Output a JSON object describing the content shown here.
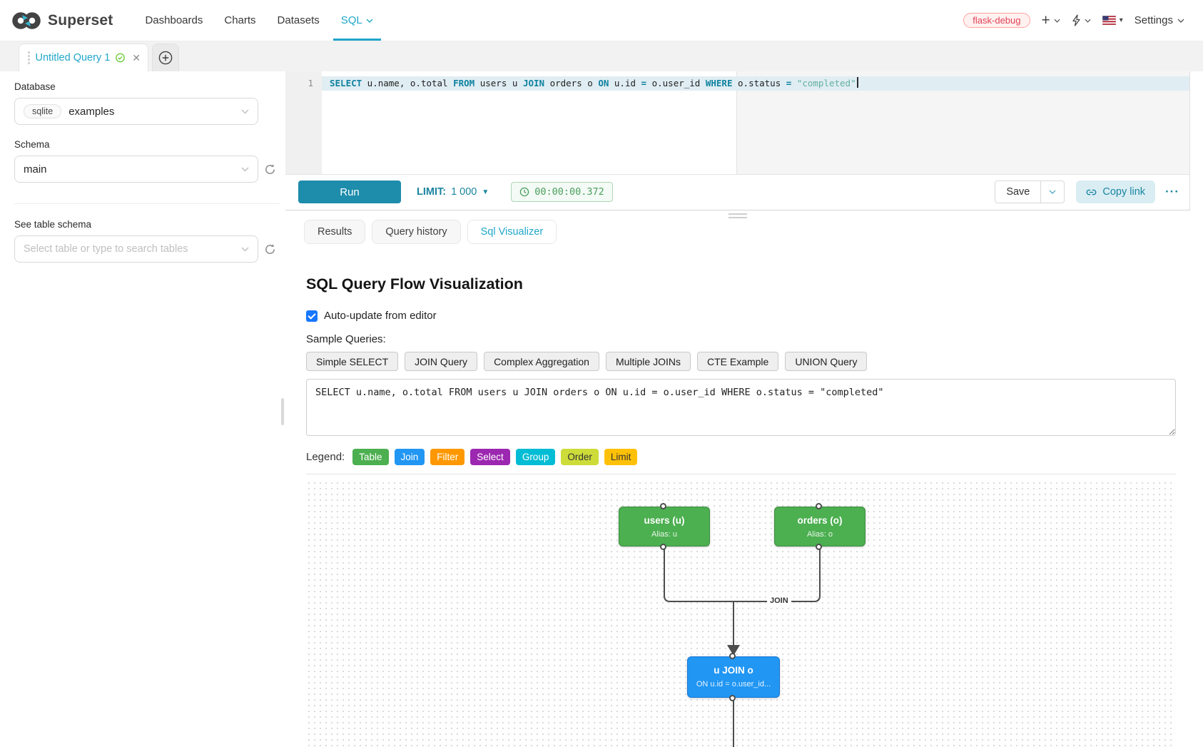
{
  "colors": {
    "accent": "#20a7c9",
    "run_button": "#1e8cab",
    "success_timer": "#4aa05e",
    "env_badge": "#e04355",
    "node_table": "#4caf50",
    "node_join": "#2196f3"
  },
  "icons": {
    "close": "✕",
    "limit_caret": "▼",
    "more": "···",
    "nav_plus": "+",
    "flag_caret": "▾"
  },
  "navbar": {
    "brand": "Superset",
    "items": [
      {
        "label": "Dashboards"
      },
      {
        "label": "Charts"
      },
      {
        "label": "Datasets"
      },
      {
        "label": "SQL"
      }
    ],
    "environment_tag": "flask-debug",
    "settings_label": "Settings"
  },
  "query_tab": {
    "title": "Untitled Query 1"
  },
  "sidebar": {
    "database_label": "Database",
    "database_engine": "sqlite",
    "database_name": "examples",
    "schema_label": "Schema",
    "schema_value": "main",
    "table_schema_label": "See table schema",
    "table_search_placeholder": "Select table or type to search tables"
  },
  "editor": {
    "line_number": "1",
    "tokens": [
      {
        "text": "SELECT"
      },
      {
        "text": " u.name, o.total "
      },
      {
        "text": "FROM"
      },
      {
        "text": " users u "
      },
      {
        "text": "JOIN"
      },
      {
        "text": " orders o "
      },
      {
        "text": "ON"
      },
      {
        "text": " u.id "
      },
      {
        "text": "="
      },
      {
        "text": " o.user_id "
      },
      {
        "text": "WHERE"
      },
      {
        "text": " o.status "
      },
      {
        "text": "="
      },
      {
        "text": " "
      },
      {
        "text": "\"completed\""
      }
    ]
  },
  "toolbar": {
    "run_label": "Run",
    "limit_label": "LIMIT:",
    "limit_value": "1 000",
    "timer": "00:00:00.372",
    "save_label": "Save",
    "copy_link_label": "Copy link"
  },
  "result_tabs": [
    {
      "label": "Results"
    },
    {
      "label": "Query history"
    },
    {
      "label": "Sql Visualizer"
    }
  ],
  "visualizer": {
    "title": "SQL Query Flow Visualization",
    "auto_update_label": "Auto-update from editor",
    "sample_queries_label": "Sample Queries:",
    "sample_buttons": [
      {
        "label": "Simple SELECT"
      },
      {
        "label": "JOIN Query"
      },
      {
        "label": "Complex Aggregation"
      },
      {
        "label": "Multiple JOINs"
      },
      {
        "label": "CTE Example"
      },
      {
        "label": "UNION Query"
      }
    ],
    "query_text": "SELECT u.name, o.total FROM users u JOIN orders o ON u.id = o.user_id WHERE o.status = \"completed\"",
    "legend": {
      "label": "Legend:",
      "items": [
        {
          "label": "Table",
          "color": "#4caf50",
          "text_color": "#ffffff"
        },
        {
          "label": "Join",
          "color": "#2196f3",
          "text_color": "#ffffff"
        },
        {
          "label": "Filter",
          "color": "#ff9800",
          "text_color": "#ffffff"
        },
        {
          "label": "Select",
          "color": "#9c27b0",
          "text_color": "#ffffff"
        },
        {
          "label": "Group",
          "color": "#00bcd4",
          "text_color": "#ffffff"
        },
        {
          "label": "Order",
          "color": "#cddc39",
          "text_color": "#333333"
        },
        {
          "label": "Limit",
          "color": "#ffc107",
          "text_color": "#333333"
        }
      ]
    },
    "diagram": {
      "edge_label": "JOIN",
      "nodes": [
        {
          "title": "users (u)",
          "subtitle": "Alias: u"
        },
        {
          "title": "orders (o)",
          "subtitle": "Alias: o"
        },
        {
          "title": "u JOIN o",
          "subtitle": "ON u.id = o.user_id..."
        }
      ]
    }
  }
}
